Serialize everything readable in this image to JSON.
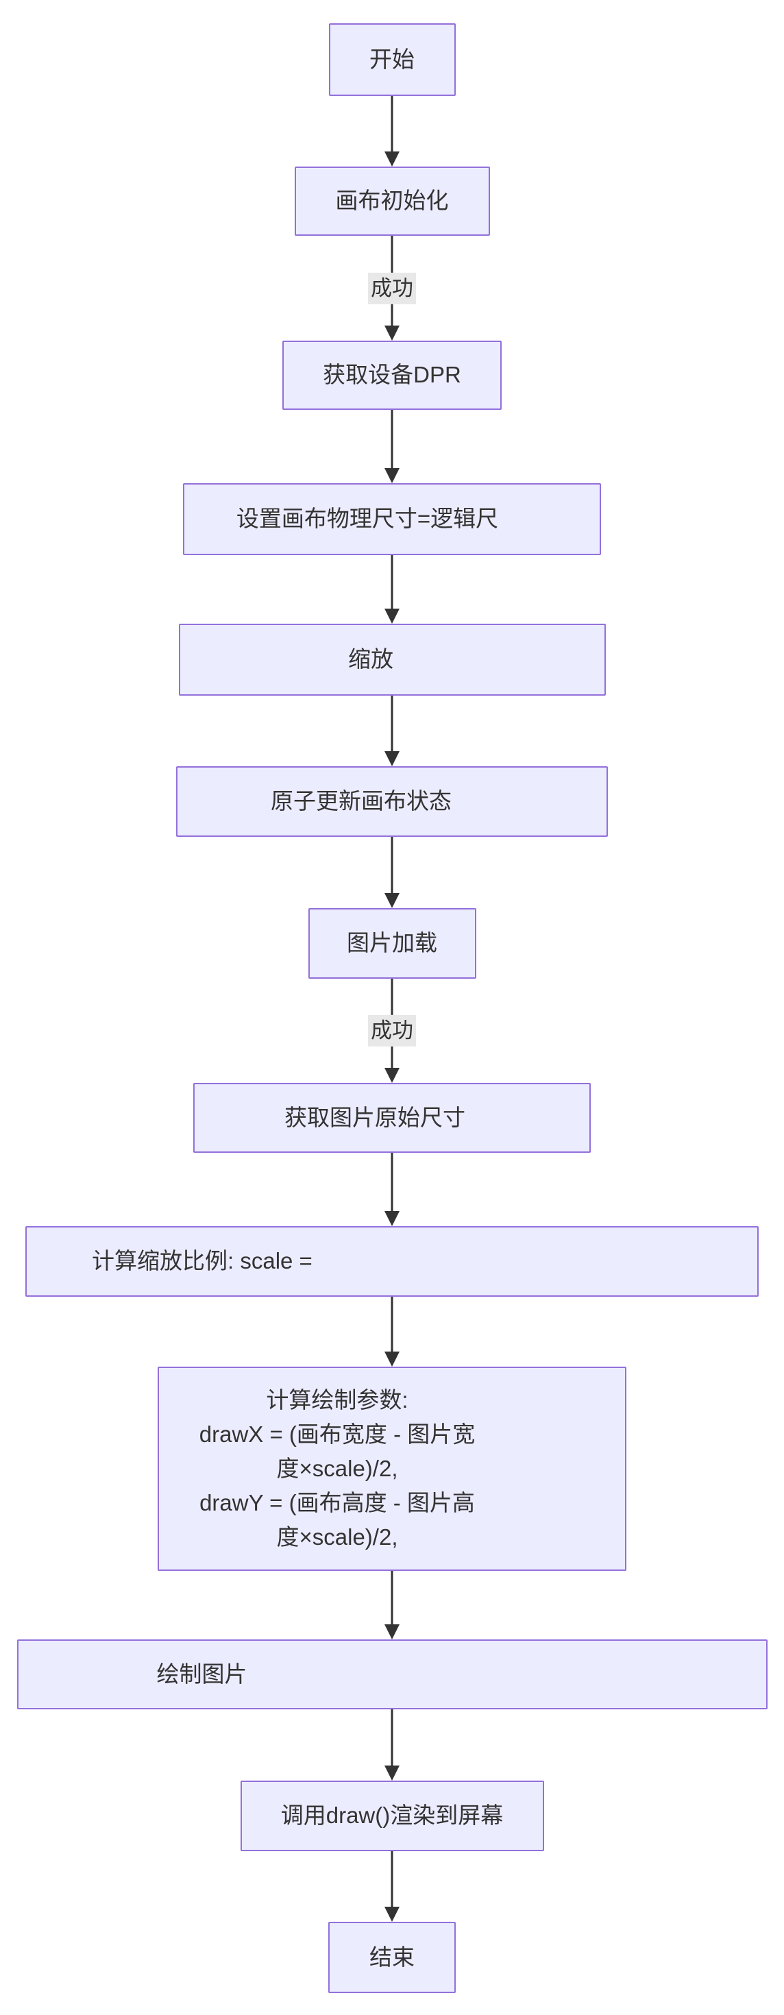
{
  "diagram": {
    "type": "flowchart",
    "direction": "top-down",
    "colors": {
      "node_fill": "#ECECFF",
      "node_border": "#9370DB",
      "text": "#333333",
      "arrow": "#333333",
      "edge_label_bg": "#E8E8E8",
      "background": "#FFFFFF"
    },
    "nodes": {
      "start": {
        "label": "开始"
      },
      "canvas_init": {
        "label": "画布初始化"
      },
      "get_dpr": {
        "label": "获取设备DPR"
      },
      "set_canvas_size": {
        "label": "设置画布物理尺寸=逻辑尺"
      },
      "scale": {
        "label": "缩放"
      },
      "atomic_update": {
        "label": "原子更新画布状态"
      },
      "image_load": {
        "label": "图片加载"
      },
      "get_image_size": {
        "label": "获取图片原始尺寸"
      },
      "calc_scale": {
        "label": "计算缩放比例: scale ="
      },
      "calc_draw_params": {
        "label": "计算绘制参数:\ndrawX = (画布宽度 - 图片宽\n度×scale)/2,\ndrawY = (画布高度 - 图片高\n度×scale)/2,"
      },
      "draw_image": {
        "label": "绘制图片"
      },
      "call_draw": {
        "label": "调用draw()渲染到屏幕"
      },
      "end": {
        "label": "结束"
      }
    },
    "edge_labels": {
      "init_to_dpr": "成功",
      "load_to_size": "成功"
    }
  }
}
